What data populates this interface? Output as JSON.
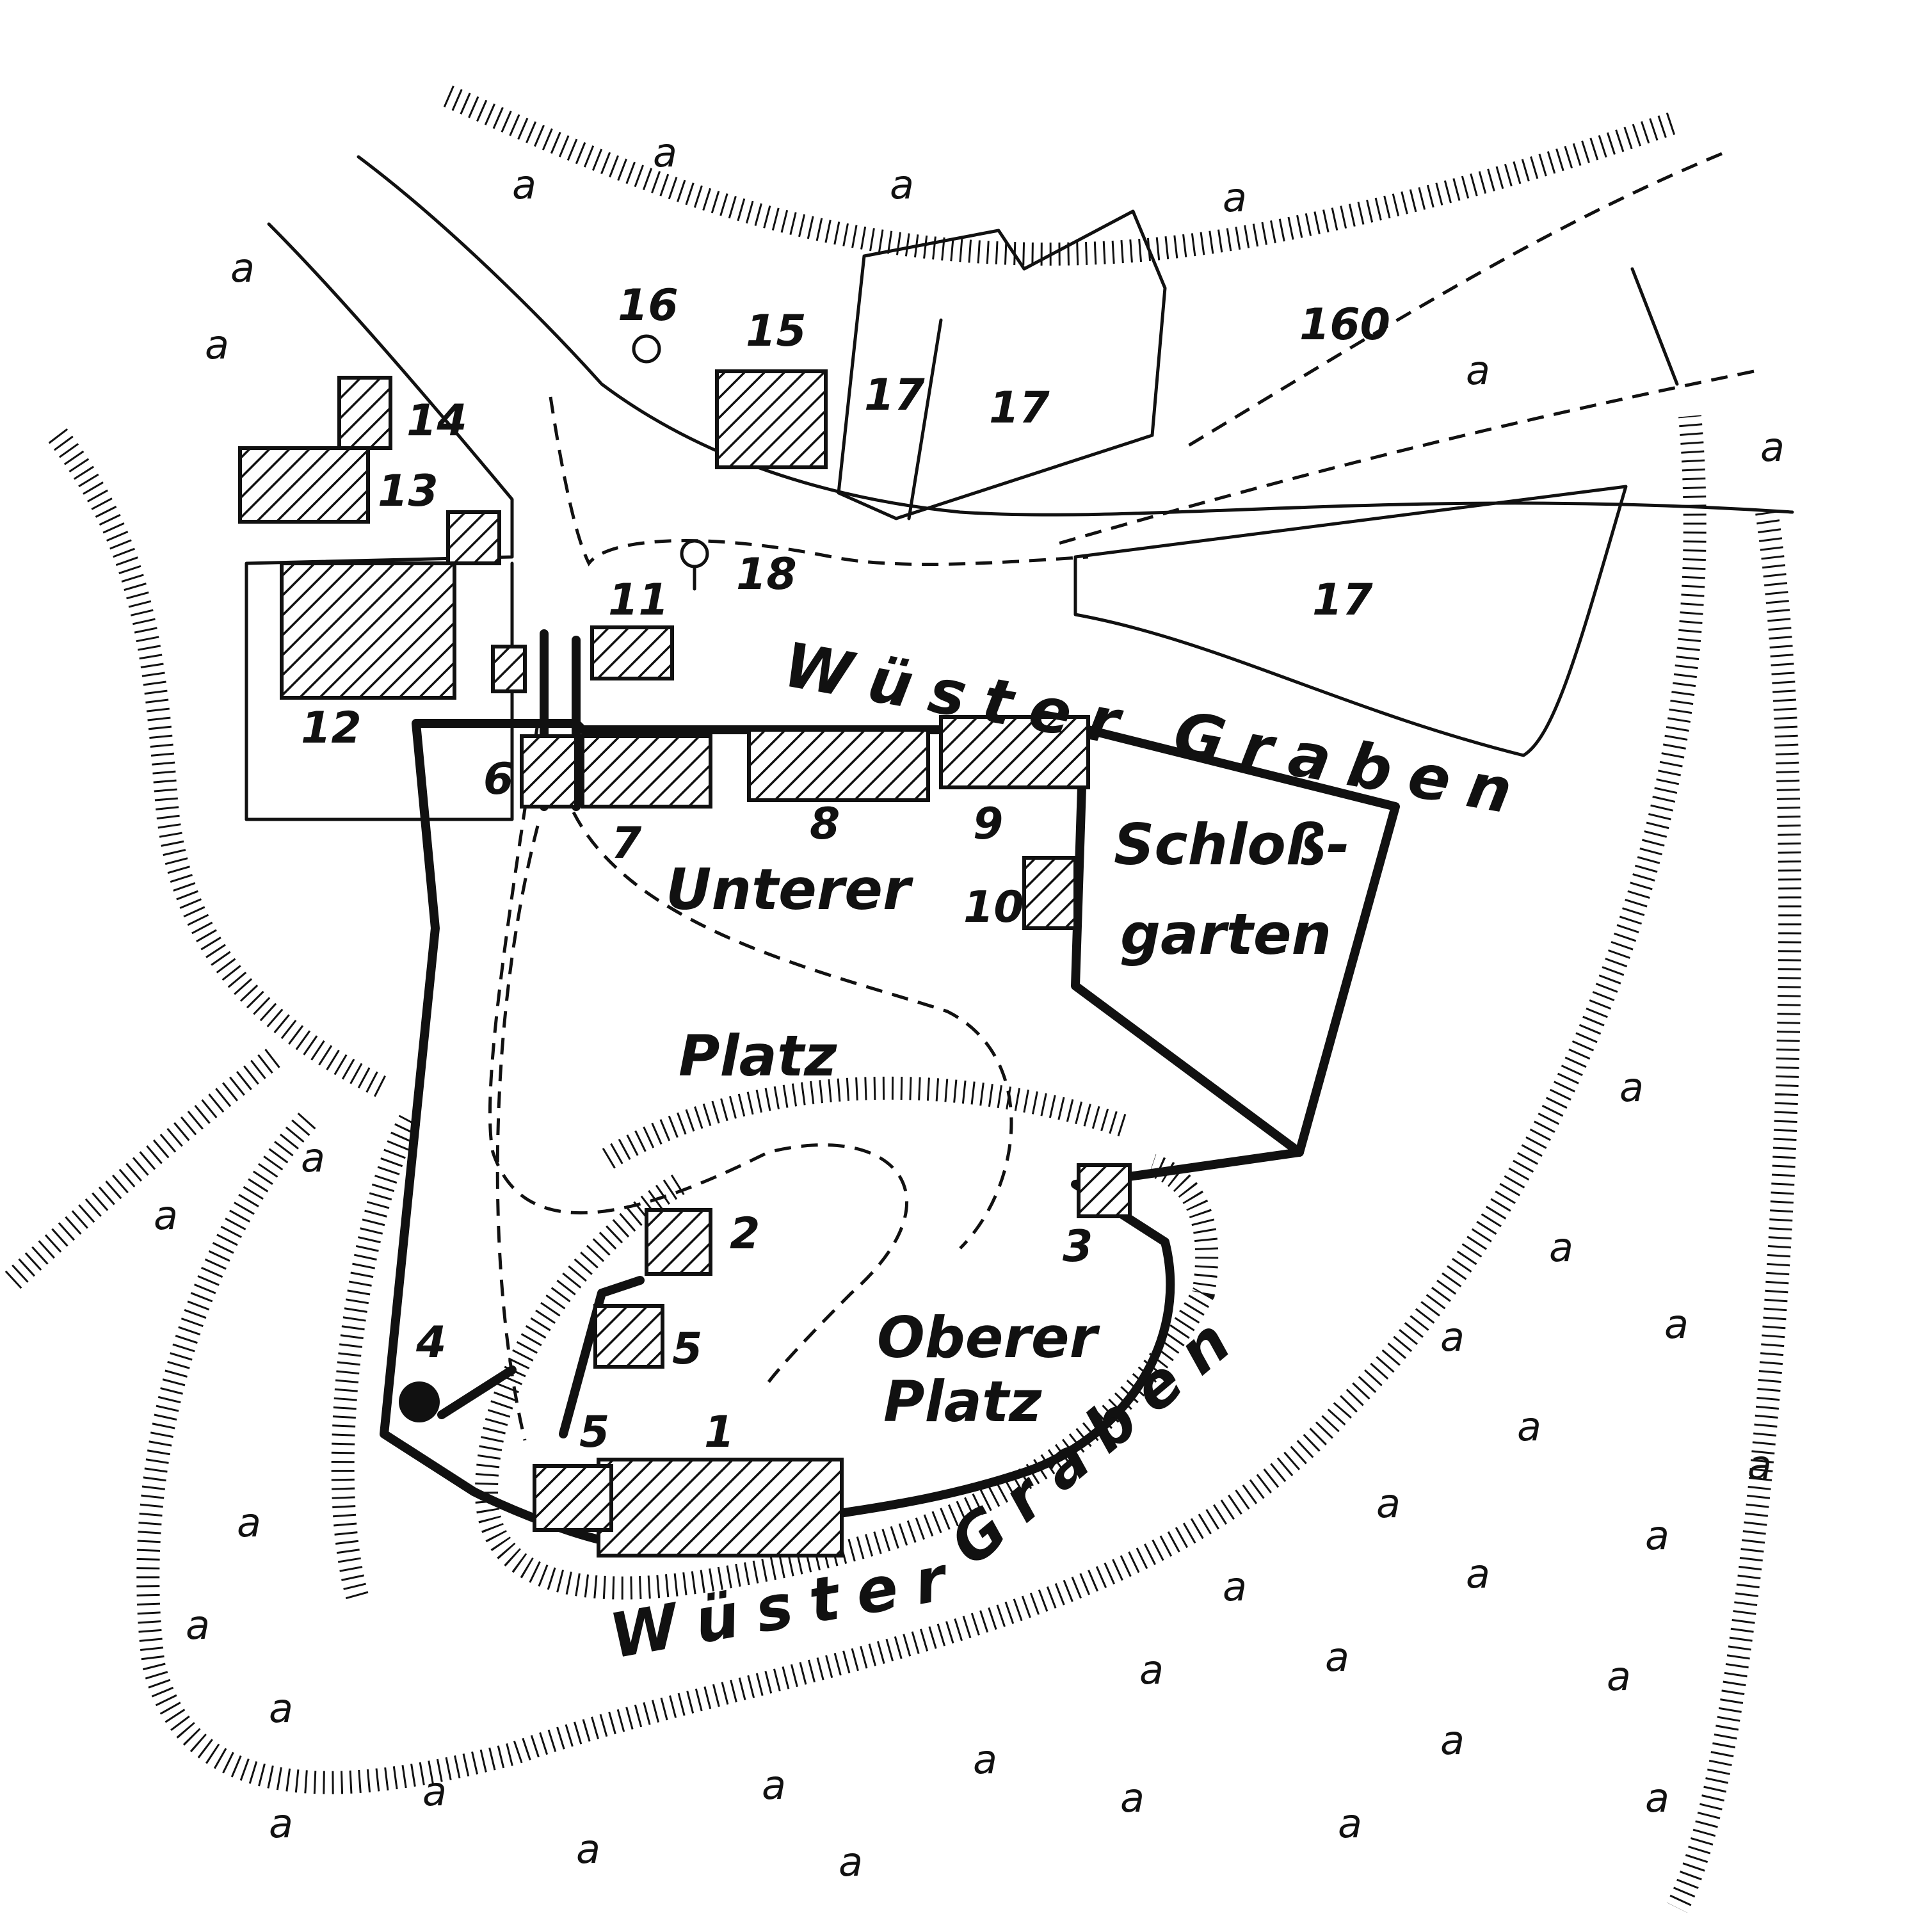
{
  "labels": {
    "ditch_north": "Wüster Graben",
    "ditch_south_a": "Wüster",
    "ditch_south_b": "Graben",
    "lower_court_line1": "Unterer",
    "lower_court_line2": "Platz",
    "upper_court_line1": "Oberer",
    "upper_court_line2": "Platz",
    "garden_line1": "Schloß-",
    "garden_line2": "garten"
  },
  "numbers": {
    "n1": "1",
    "n2": "2",
    "n3": "3",
    "n4": "4",
    "n5a": "5",
    "n5b": "5",
    "n6": "6",
    "n7": "7",
    "n8": "8",
    "n9": "9",
    "n10": "10",
    "n11": "11",
    "n12": "12",
    "n13": "13",
    "n14": "14",
    "n15": "15",
    "n16": "16",
    "n160": "160",
    "n17a": "17",
    "n17b": "17",
    "n17c": "17",
    "n18": "18"
  },
  "tree_symbol": "a"
}
